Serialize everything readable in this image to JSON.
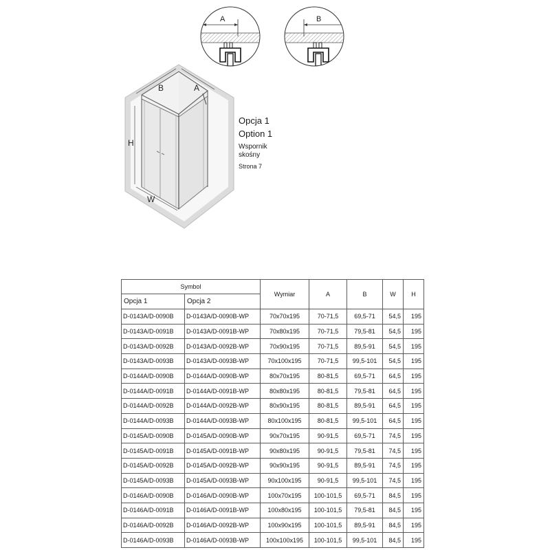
{
  "details": {
    "a_label": "A",
    "b_label": "B"
  },
  "drawing": {
    "b_label": "B",
    "a_label": "A",
    "h_label": "H",
    "w_label": "W"
  },
  "option": {
    "pl": "Opcja 1",
    "en": "Option 1",
    "bracket_line1": "Wspornik",
    "bracket_line2": "skośny",
    "page_ref": "Strona 7"
  },
  "table": {
    "symbol_header": "Symbol",
    "option1_header": "Opcja 1",
    "option2_header": "Opcja 2",
    "columns": [
      "Wymiar",
      "A",
      "B",
      "W",
      "H"
    ],
    "rows": [
      [
        "D-0143A/D-0090B",
        "D-0143A/D-0090B-WP",
        "70x70x195",
        "70-71,5",
        "69,5-71",
        "54,5",
        "195"
      ],
      [
        "D-0143A/D-0091B",
        "D-0143A/D-0091B-WP",
        "70x80x195",
        "70-71,5",
        "79,5-81",
        "54,5",
        "195"
      ],
      [
        "D-0143A/D-0092B",
        "D-0143A/D-0092B-WP",
        "70x90x195",
        "70-71,5",
        "89,5-91",
        "54,5",
        "195"
      ],
      [
        "D-0143A/D-0093B",
        "D-0143A/D-0093B-WP",
        "70x100x195",
        "70-71,5",
        "99,5-101",
        "54,5",
        "195"
      ],
      [
        "D-0144A/D-0090B",
        "D-0144A/D-0090B-WP",
        "80x70x195",
        "80-81,5",
        "69,5-71",
        "64,5",
        "195"
      ],
      [
        "D-0144A/D-0091B",
        "D-0144A/D-0091B-WP",
        "80x80x195",
        "80-81,5",
        "79,5-81",
        "64,5",
        "195"
      ],
      [
        "D-0144A/D-0092B",
        "D-0144A/D-0092B-WP",
        "80x90x195",
        "80-81,5",
        "89,5-91",
        "64,5",
        "195"
      ],
      [
        "D-0144A/D-0093B",
        "D-0144A/D-0093B-WP",
        "80x100x195",
        "80-81,5",
        "99,5-101",
        "64,5",
        "195"
      ],
      [
        "D-0145A/D-0090B",
        "D-0145A/D-0090B-WP",
        "90x70x195",
        "90-91,5",
        "69,5-71",
        "74,5",
        "195"
      ],
      [
        "D-0145A/D-0091B",
        "D-0145A/D-0091B-WP",
        "90x80x195",
        "90-91,5",
        "79,5-81",
        "74,5",
        "195"
      ],
      [
        "D-0145A/D-0092B",
        "D-0145A/D-0092B-WP",
        "90x90x195",
        "90-91,5",
        "89,5-91",
        "74,5",
        "195"
      ],
      [
        "D-0145A/D-0093B",
        "D-0145A/D-0093B-WP",
        "90x100x195",
        "90-91,5",
        "99,5-101",
        "74,5",
        "195"
      ],
      [
        "D-0146A/D-0090B",
        "D-0146A/D-0090B-WP",
        "100x70x195",
        "100-101,5",
        "69,5-71",
        "84,5",
        "195"
      ],
      [
        "D-0146A/D-0091B",
        "D-0146A/D-0091B-WP",
        "100x80x195",
        "100-101,5",
        "79,5-81",
        "84,5",
        "195"
      ],
      [
        "D-0146A/D-0092B",
        "D-0146A/D-0092B-WP",
        "100x90x195",
        "100-101,5",
        "89,5-91",
        "84,5",
        "195"
      ],
      [
        "D-0146A/D-0093B",
        "D-0146A/D-0093B-WP",
        "100x100x195",
        "100-101,5",
        "99,5-101",
        "84,5",
        "195"
      ]
    ]
  }
}
